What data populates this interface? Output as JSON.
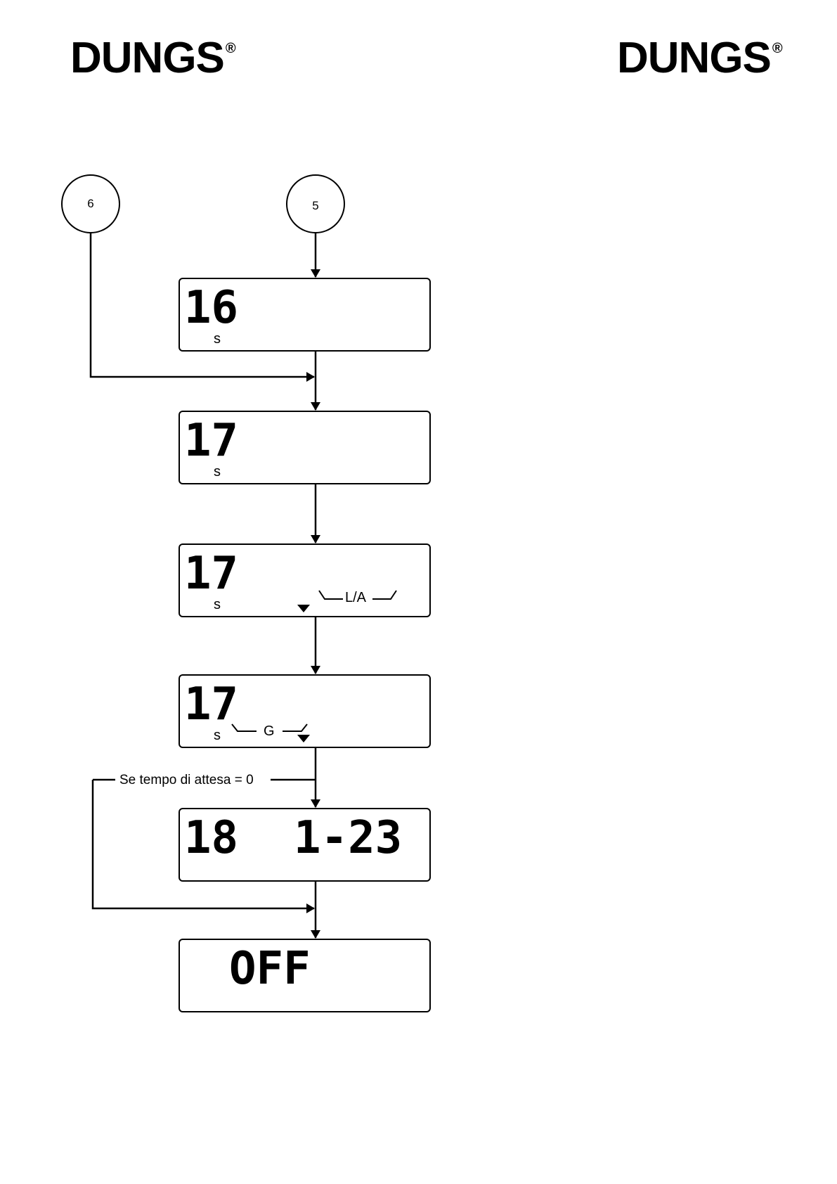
{
  "logos": {
    "left": "DUNGS",
    "right": "DUNGS",
    "registered_mark": "®"
  },
  "connectors": {
    "from_left": "6",
    "from_right": "5"
  },
  "displays": [
    {
      "value": "16",
      "unit": "s"
    },
    {
      "value": "17",
      "unit": "s"
    },
    {
      "value": "17",
      "unit": "s",
      "marker_label": "L/A"
    },
    {
      "value": "17",
      "unit": "s",
      "marker_label": "G"
    },
    {
      "value": "18",
      "extra": "1-23"
    },
    {
      "value": "OFF"
    }
  ],
  "branch_label": "Se tempo di attesa = 0"
}
